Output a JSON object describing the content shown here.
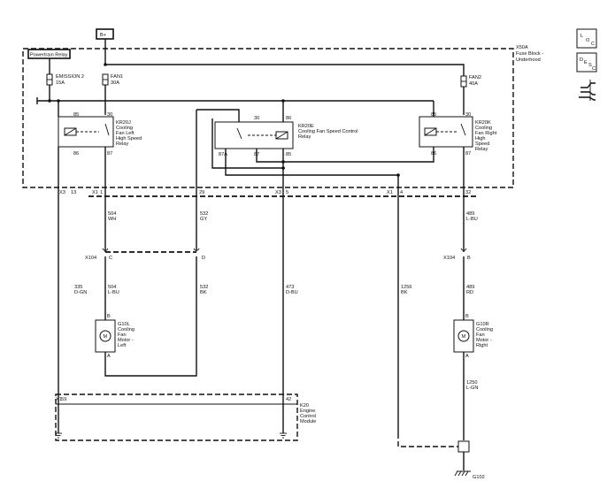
{
  "power": {
    "bplus": "B+",
    "powertrain_relay": "Powertrain Relay"
  },
  "fuse_block": {
    "id": "X50A",
    "name_line1": "Fuse Block -",
    "name_line2": "Underhood"
  },
  "fuses": {
    "emission2": {
      "name": "EMISSION 2",
      "rating": "15A"
    },
    "fan1": {
      "name": "FAN1",
      "rating": "30A"
    },
    "fan2": {
      "name": "FAN2",
      "rating": "40A"
    }
  },
  "relays": {
    "kr20j": {
      "id": "KR20J",
      "lines": [
        "Cooling",
        "Fan Left",
        "High Speed",
        "Relay"
      ],
      "pins": [
        "85",
        "30",
        "86",
        "87"
      ]
    },
    "kr20e": {
      "id": "KR20E",
      "lines": [
        "Cooling Fan Speed Control",
        "Relay"
      ],
      "pins": [
        "30",
        "86",
        "87A",
        "87",
        "85"
      ]
    },
    "kr20k": {
      "id": "KR20K",
      "lines": [
        "Cooling",
        "Fan Right",
        "High",
        "Speed",
        "Relay"
      ],
      "pins": [
        "85",
        "30",
        "86",
        "87"
      ]
    }
  },
  "connectors": {
    "x3_13": [
      "X3",
      "13"
    ],
    "x1_1": [
      "X1",
      "1"
    ],
    "pin_29": "29",
    "x3_5": [
      "X3",
      "5"
    ],
    "x1_4": [
      "X1",
      "4"
    ],
    "pin_32": "32",
    "x104_left": [
      "X104",
      "C",
      "D"
    ],
    "x104_right": [
      "X104",
      "B"
    ],
    "x1_59": [
      "X1",
      "59"
    ],
    "pin_42": "42"
  },
  "wires": {
    "w504_top": [
      "504",
      "WH"
    ],
    "w532_top": [
      "532",
      "GY"
    ],
    "w489_top": [
      "489",
      "L-BU"
    ],
    "w335": [
      "335",
      "D-GN"
    ],
    "w504_bot": [
      "504",
      "L-BU"
    ],
    "w532_bot": [
      "532",
      "BK"
    ],
    "w473": [
      "473",
      "D-BU"
    ],
    "w1256": [
      "1256",
      "BK"
    ],
    "w489_bot": [
      "489",
      "RD"
    ],
    "w1250": [
      "1250",
      "L-GN"
    ]
  },
  "motors": {
    "g10l": {
      "id": "G10L",
      "lines": [
        "Cooling",
        "Fan",
        "Motor -",
        "Left"
      ],
      "pin_b": "B",
      "pin_a": "A",
      "symbol": "M"
    },
    "g10r": {
      "id": "G10R",
      "lines": [
        "Cooling",
        "Fan",
        "Motor -",
        "Right"
      ],
      "pin_b": "B",
      "pin_a": "A",
      "symbol": "M"
    }
  },
  "ecm": {
    "id": "K20",
    "lines": [
      "Engine",
      "Control",
      "Module"
    ]
  },
  "ground": {
    "id": "G102"
  },
  "side_icons": {
    "loc": [
      "L",
      "O",
      "C"
    ],
    "desc": [
      "D",
      "E",
      "S",
      "C"
    ],
    "connector_icon": "wiring-connector-icon"
  }
}
